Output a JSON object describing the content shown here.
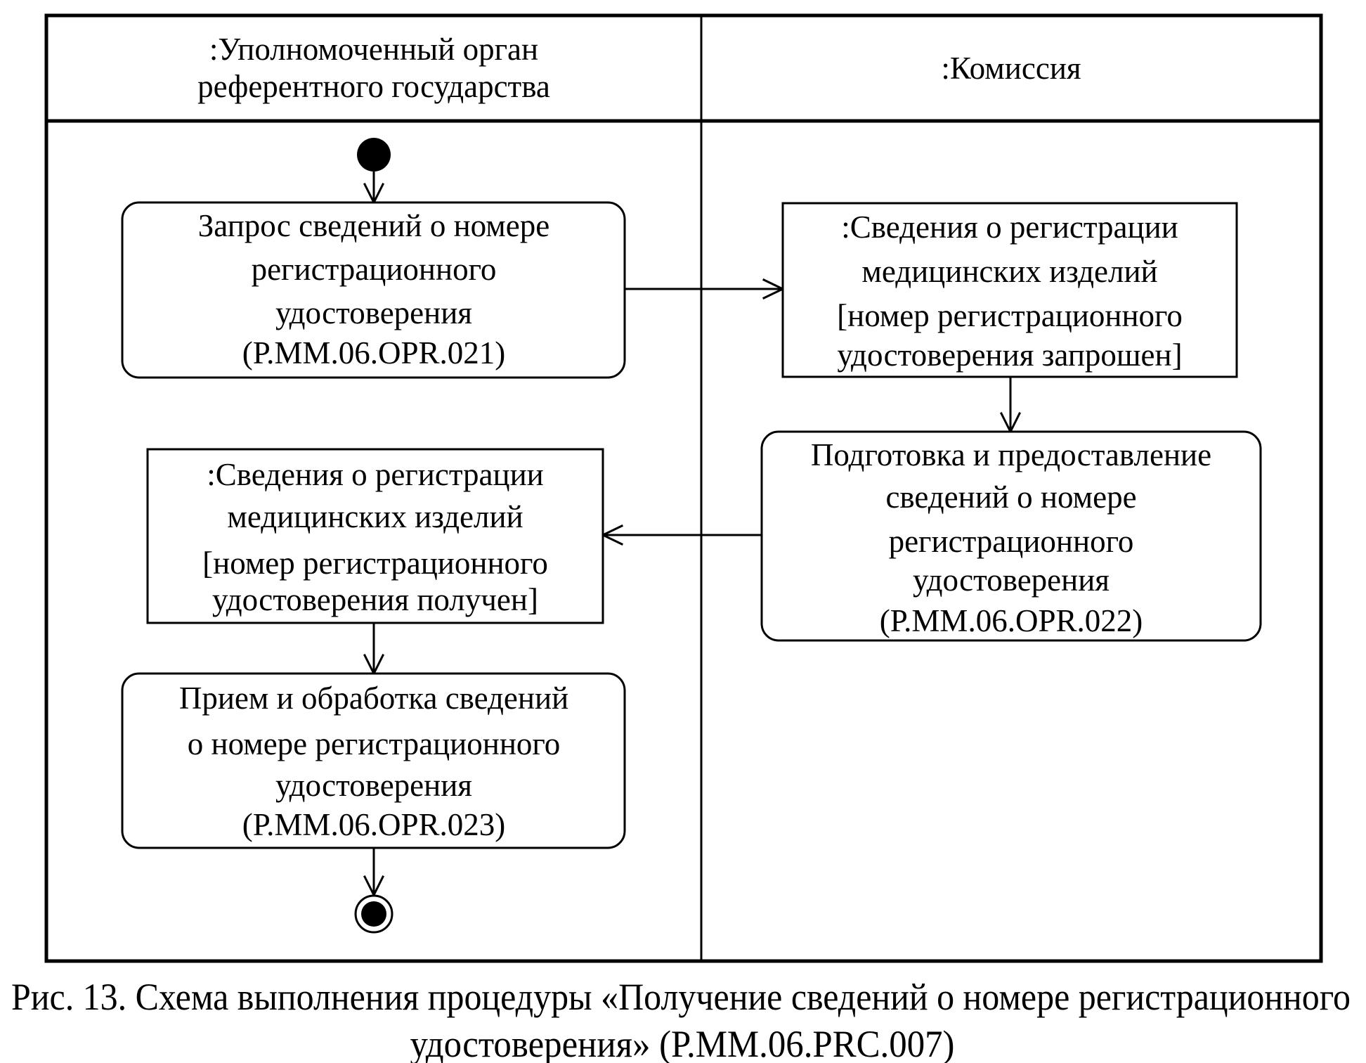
{
  "diagram": {
    "colors": {
      "stroke": "#000000",
      "background": "#ffffff"
    },
    "swimlanes": [
      {
        "title_lines": [
          ":Уполномоченный орган",
          "референтного государства"
        ]
      },
      {
        "title_lines": [
          ":Комиссия"
        ]
      }
    ],
    "nodes": [
      {
        "lines": [
          "Запрос сведений о номере",
          "регистрационного",
          "удостоверения",
          "(Р.ММ.06.OPR.021)"
        ]
      },
      {
        "lines": [
          ":Сведения о регистрации",
          "медицинских изделий",
          "[номер регистрационного",
          "удостоверения запрошен]"
        ]
      },
      {
        "lines": [
          "Подготовка и предоставление",
          "сведений о номере",
          "регистрационного",
          "удостоверения",
          "(Р.ММ.06.OPR.022)"
        ]
      },
      {
        "lines": [
          ":Сведения о регистрации",
          "медицинских изделий",
          "[номер регистрационного",
          "удостоверения получен]"
        ]
      },
      {
        "lines": [
          "Прием и обработка сведений",
          "о номере регистрационного",
          "удостоверения",
          "(Р.ММ.06.OPR.023)"
        ]
      }
    ]
  },
  "caption": {
    "lines": [
      "Рис. 13. Схема выполнения процедуры «Получение сведений о номере регистрационного",
      "удостоверения» (Р.ММ.06.PRC.007)"
    ]
  }
}
